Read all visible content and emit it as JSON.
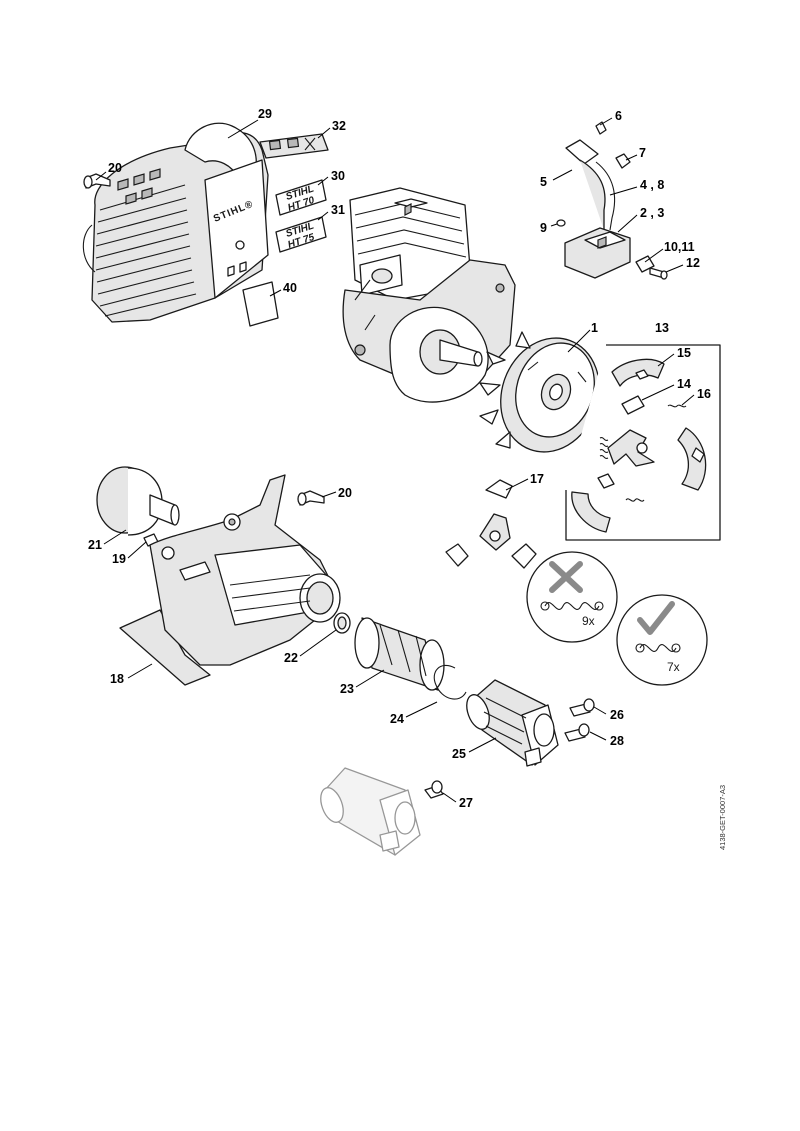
{
  "diagram": {
    "document_id": "4138-GET-0007-A3",
    "callouts": {
      "c1": "1",
      "c2_3": "2 , 3",
      "c4_8": "4 , 8",
      "c5": "5",
      "c6": "6",
      "c7": "7",
      "c9": "9",
      "c10_11": "10,11",
      "c12": "12",
      "c13": "13",
      "c14": "14",
      "c15": "15",
      "c16": "16",
      "c17": "17",
      "c18": "18",
      "c19": "19",
      "c20_top": "20",
      "c20_mid": "20",
      "c21": "21",
      "c22": "22",
      "c23": "23",
      "c24": "24",
      "c25": "25",
      "c26": "26",
      "c27": "27",
      "c28": "28",
      "c29": "29",
      "c30": "30",
      "c31": "31",
      "c32": "32",
      "c40": "40"
    },
    "decals": {
      "brand": "STIHL®",
      "decal30_line1": "STIHL",
      "decal30_line2": "HT 70",
      "decal31_line1": "STIHL",
      "decal31_line2": "HT 75"
    },
    "spring_notes": {
      "wrong_count": "9x",
      "right_count": "7x",
      "wrong_symbol": "x-mark-icon",
      "right_symbol": "check-mark-icon"
    },
    "colors": {
      "line": "#1a1a1a",
      "fill_grey": "#e6e6e6",
      "mark_grey": "#8a8a8a"
    }
  }
}
